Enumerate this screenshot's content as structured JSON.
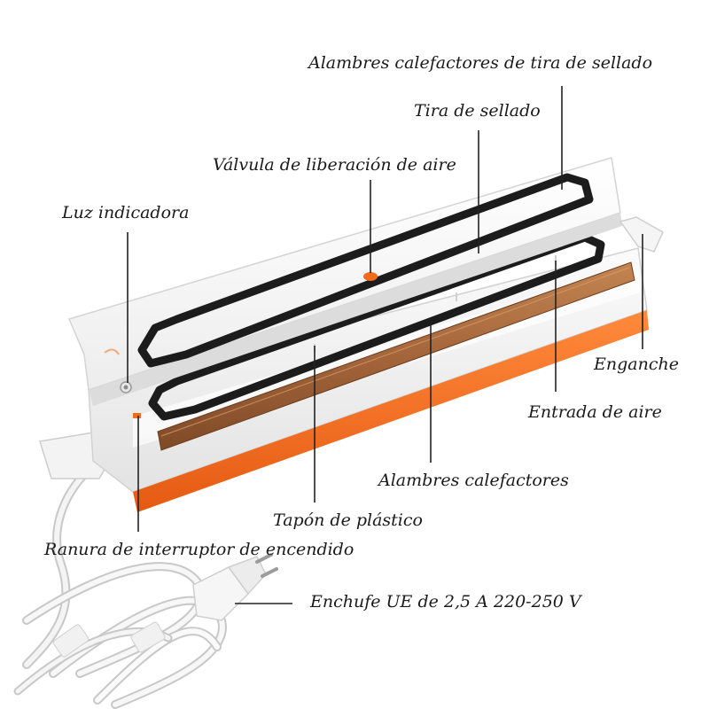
{
  "labels": {
    "heating_wires_sealing_strip": "Alambres calefactores de tira de sellado",
    "sealing_strip": "Tira de sellado",
    "air_release_valve": "Válvula de liberación de aire",
    "indicator_light": "Luz indicadora",
    "hook": "Enganche",
    "air_inlet": "Entrada de aire",
    "heating_wires": "Alambres calefactores",
    "plastic_plug": "Tapón de plástico",
    "power_switch_slot": "Ranura de interruptor de encendido",
    "eu_plug": "Enchufe UE de 2,5 A 220-250 V"
  },
  "colors": {
    "accent": "#f26b1d",
    "body": "#f4f4f4",
    "gasket": "#1c1c1c",
    "heating_bar": "#a4653a",
    "leader_line": "#222222"
  }
}
